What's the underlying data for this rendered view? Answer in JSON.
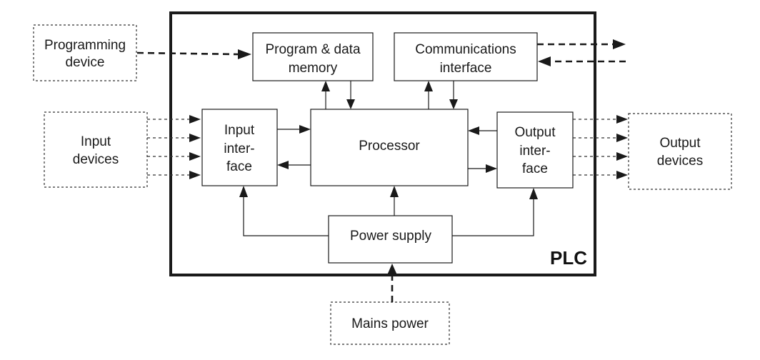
{
  "diagram": {
    "plc_label": "PLC",
    "nodes": {
      "programming_device": [
        "Programming",
        "device"
      ],
      "program_data_memory": [
        "Program & data",
        "memory"
      ],
      "communications_interface": [
        "Communications",
        "interface"
      ],
      "input_devices": [
        "Input",
        "devices"
      ],
      "input_interface": [
        "Input",
        "inter-",
        "face"
      ],
      "processor": [
        "Processor"
      ],
      "output_interface": [
        "Output",
        "inter-",
        "face"
      ],
      "output_devices": [
        "Output",
        "devices"
      ],
      "power_supply": [
        "Power supply"
      ],
      "mains_power": [
        "Mains power"
      ]
    },
    "edges": [
      {
        "from": "programming_device",
        "to": "program_data_memory",
        "style": "dashed"
      },
      {
        "from": "program_data_memory",
        "to": "processor",
        "style": "solid"
      },
      {
        "from": "processor",
        "to": "program_data_memory",
        "style": "solid"
      },
      {
        "from": "communications_interface",
        "to": "processor",
        "style": "solid"
      },
      {
        "from": "processor",
        "to": "communications_interface",
        "style": "solid"
      },
      {
        "from": "communications_interface",
        "to": "external",
        "style": "dashed"
      },
      {
        "from": "external",
        "to": "communications_interface",
        "style": "dashed"
      },
      {
        "from": "input_devices",
        "to": "input_interface",
        "style": "dashed",
        "count": 4
      },
      {
        "from": "input_interface",
        "to": "processor",
        "style": "solid"
      },
      {
        "from": "processor",
        "to": "input_interface",
        "style": "solid"
      },
      {
        "from": "processor",
        "to": "output_interface",
        "style": "solid"
      },
      {
        "from": "output_interface",
        "to": "processor",
        "style": "solid"
      },
      {
        "from": "output_interface",
        "to": "output_devices",
        "style": "dashed",
        "count": 4
      },
      {
        "from": "power_supply",
        "to": "processor",
        "style": "solid"
      },
      {
        "from": "power_supply",
        "to": "input_interface",
        "style": "solid"
      },
      {
        "from": "power_supply",
        "to": "output_interface",
        "style": "solid"
      },
      {
        "from": "mains_power",
        "to": "power_supply",
        "style": "dashed"
      }
    ]
  }
}
